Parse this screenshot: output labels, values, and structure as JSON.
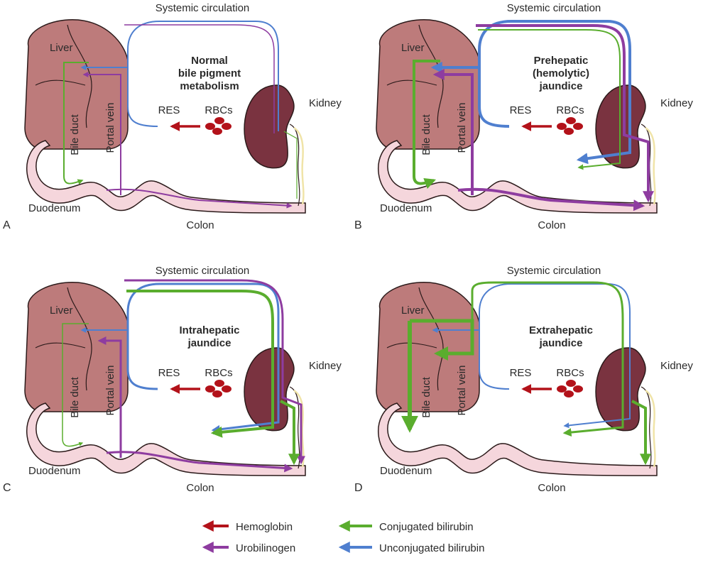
{
  "panels": [
    {
      "letter": "A",
      "title": [
        "Normal",
        "bile pigment",
        "metabolism"
      ],
      "labels": {
        "systemic": "Systemic circulation",
        "liver": "Liver",
        "kidney": "Kidney",
        "res": "RES",
        "rbcs": "RBCs",
        "bile_duct": "Bile duct",
        "portal_vein": "Portal vein",
        "duodenum": "Duodenum",
        "colon": "Colon"
      }
    },
    {
      "letter": "B",
      "title": [
        "Prehepatic",
        "(hemolytic)",
        "jaundice"
      ],
      "labels": {
        "systemic": "Systemic circulation",
        "liver": "Liver",
        "kidney": "Kidney",
        "res": "RES",
        "rbcs": "RBCs",
        "bile_duct": "Bile duct",
        "portal_vein": "Portal vein",
        "duodenum": "Duodenum",
        "colon": "Colon"
      }
    },
    {
      "letter": "C",
      "title": [
        "Intrahepatic",
        "jaundice"
      ],
      "labels": {
        "systemic": "Systemic circulation",
        "liver": "Liver",
        "kidney": "Kidney",
        "res": "RES",
        "rbcs": "RBCs",
        "bile_duct": "Bile duct",
        "portal_vein": "Portal vein",
        "duodenum": "Duodenum",
        "colon": "Colon"
      }
    },
    {
      "letter": "D",
      "title": [
        "Extrahepatic",
        "jaundice"
      ],
      "labels": {
        "systemic": "Systemic circulation",
        "liver": "Liver",
        "kidney": "Kidney",
        "res": "RES",
        "rbcs": "RBCs",
        "bile_duct": "Bile duct",
        "portal_vein": "Portal vein",
        "duodenum": "Duodenum",
        "colon": "Colon"
      }
    }
  ],
  "legend": [
    {
      "label": "Hemoglobin",
      "color": "#b3121a"
    },
    {
      "label": "Conjugated bilirubin",
      "color": "#5aad2e"
    },
    {
      "label": "Urobilinogen",
      "color": "#8e3ca0"
    },
    {
      "label": "Unconjugated bilirubin",
      "color": "#4f7fcf"
    }
  ],
  "colors": {
    "liver": "#bd7b7b",
    "kidney": "#7a3340",
    "gut": "#f5d6dc",
    "rbc": "#b3121a"
  }
}
